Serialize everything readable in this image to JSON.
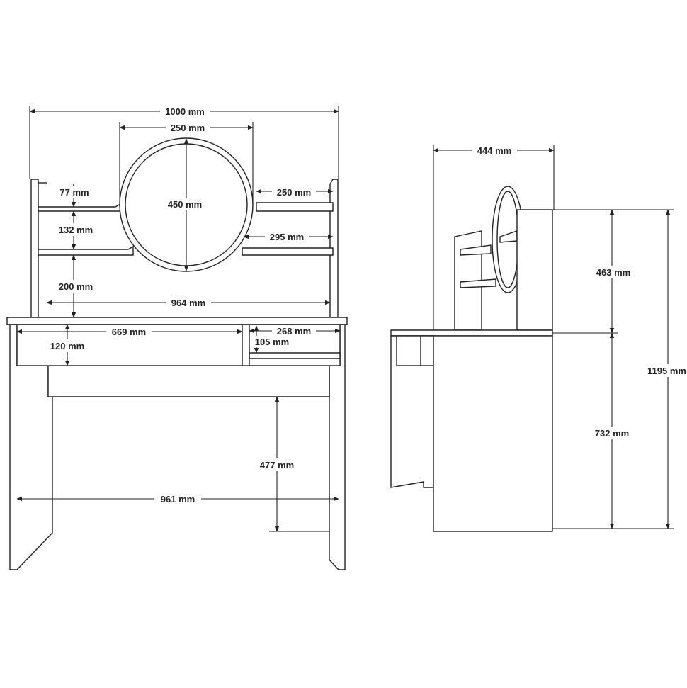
{
  "front_view": {
    "total_width": "1000 mm",
    "mirror_width": "250 mm",
    "mirror_height": "450 mm",
    "shelf_gap_top": "77 mm",
    "shelf_gap_middle": "132 mm",
    "shelf_gap_bottom": "200 mm",
    "top_shelf_width": "250 mm",
    "lower_shelf_width": "295 mm",
    "hutch_inner_width": "964 mm",
    "drawer_width": "669 mm",
    "drawer_height": "120 mm",
    "side_compartment_width": "268 mm",
    "side_compartment_height": "105 mm",
    "leg_clearance_height": "477 mm",
    "leg_inner_width": "961 mm"
  },
  "side_view": {
    "depth": "444 mm",
    "hutch_height": "463 mm",
    "desk_height": "732 mm",
    "total_height": "1195 mm"
  },
  "colors": {
    "line": "#222222",
    "background": "#ffffff"
  }
}
